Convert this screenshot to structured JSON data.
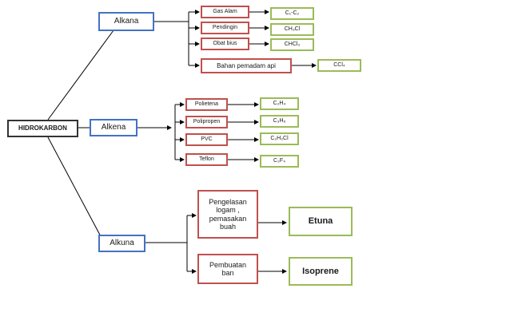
{
  "root": {
    "label": "HIDROKARBON"
  },
  "alkana": {
    "label": "Alkana",
    "uses": [
      {
        "label": "Gas Alam",
        "formula": "C₁-C₂"
      },
      {
        "label": "Pendingin",
        "formula": "CH₃Cl"
      },
      {
        "label": "Obat bius",
        "formula": "CHCl₃"
      },
      {
        "label": "Bahan pemadam api",
        "formula": "CCl₄"
      }
    ]
  },
  "alkena": {
    "label": "Alkena",
    "uses": [
      {
        "label": "Polietena",
        "formula": "C₂H₄"
      },
      {
        "label": "Polipropen",
        "formula": "C₃H₆"
      },
      {
        "label": "PVC",
        "formula": "C₂H₃Cl"
      },
      {
        "label": "Teflon",
        "formula": "C₂F₄"
      }
    ]
  },
  "alkuna": {
    "label": "Alkuna",
    "uses": [
      {
        "label": "Pengelasan logam , pemasakan buah",
        "result": "Etuna"
      },
      {
        "label": "Pembuatan ban",
        "result": "Isoprene"
      }
    ]
  }
}
